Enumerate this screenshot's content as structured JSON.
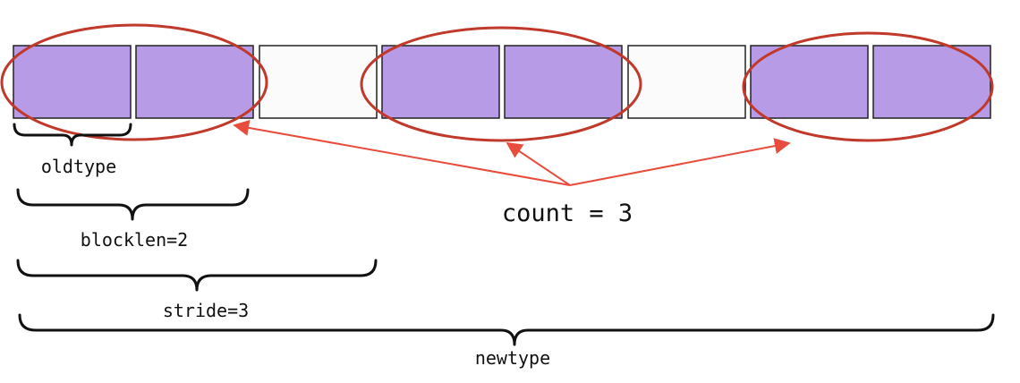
{
  "diagram": {
    "blocks": [
      {
        "filled": true
      },
      {
        "filled": true
      },
      {
        "filled": false
      },
      {
        "filled": true
      },
      {
        "filled": true
      },
      {
        "filled": false
      },
      {
        "filled": true
      },
      {
        "filled": true
      }
    ],
    "labels": {
      "oldtype": "oldtype",
      "blocklen": "blocklen=2",
      "stride": "stride=3",
      "newtype": "newtype",
      "count": "count = 3"
    },
    "colors": {
      "filled_block": "#b89be6",
      "empty_block": "#fbfbfb",
      "block_border": "#222222",
      "ellipse": "#c0392b",
      "arrow": "#e74c3c",
      "brace": "#111111"
    }
  }
}
